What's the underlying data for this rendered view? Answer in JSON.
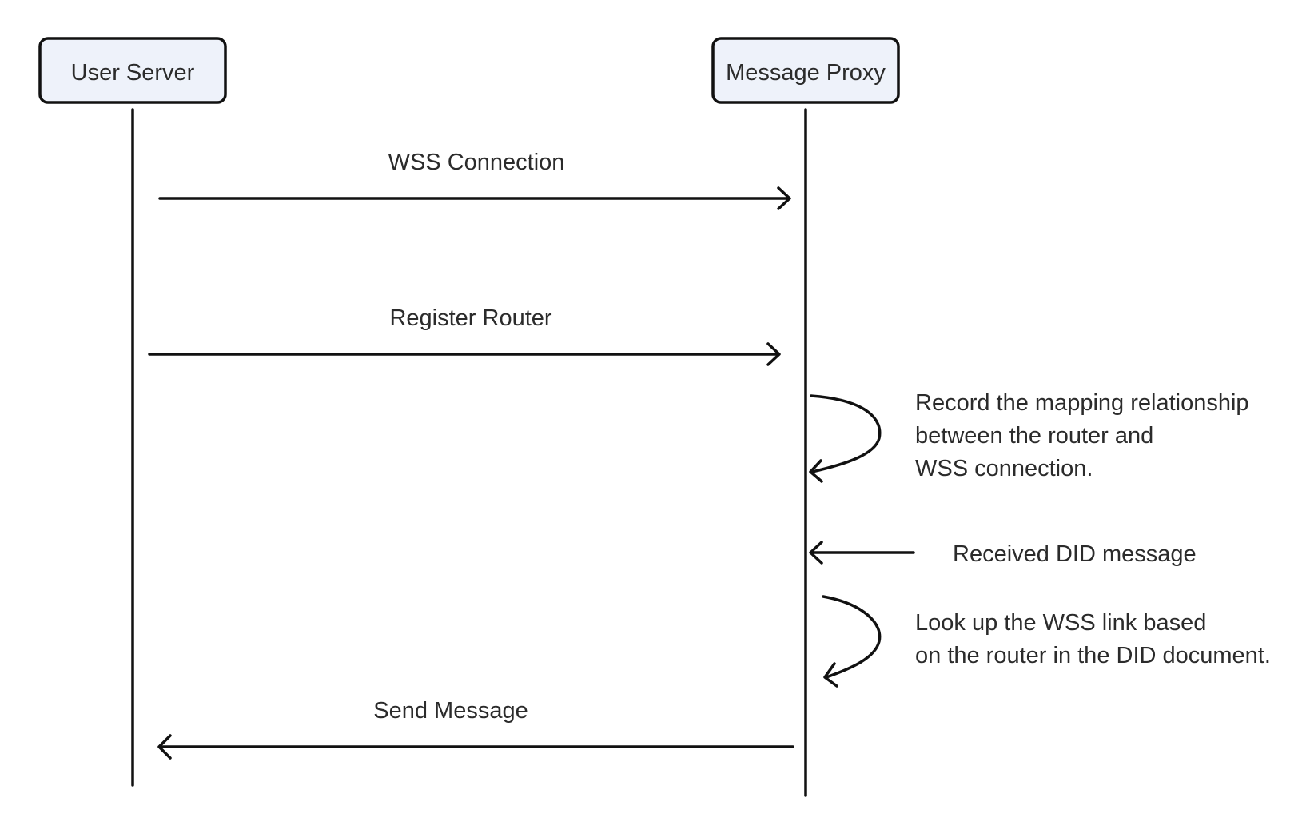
{
  "participants": {
    "user_server": "User Server",
    "message_proxy": "Message Proxy"
  },
  "messages": {
    "wss_connection": "WSS Connection",
    "register_router": "Register Router",
    "send_message": "Send Message",
    "received_did": "Received DID message"
  },
  "notes": {
    "record_mapping": [
      "Record the mapping relationship",
      "between the router and",
      "WSS connection."
    ],
    "lookup_wss": [
      "Look up the WSS link based",
      "on the router in the DID document."
    ]
  },
  "colors": {
    "participant_fill": "#eef2fa",
    "stroke": "#111111",
    "text": "#2b2b2b"
  }
}
